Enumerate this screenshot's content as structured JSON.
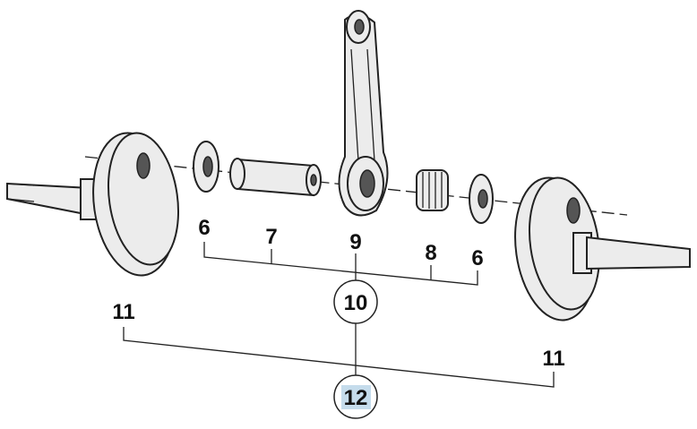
{
  "labels": {
    "washer_left": "6",
    "pin": "7",
    "conrod": "9",
    "bearing": "8",
    "washer_right": "6",
    "flywheel_left": "11",
    "flywheel_right": "11",
    "assembly_10": "10",
    "assembly_12": "12"
  },
  "colors": {
    "highlight": "#c5dcec"
  }
}
